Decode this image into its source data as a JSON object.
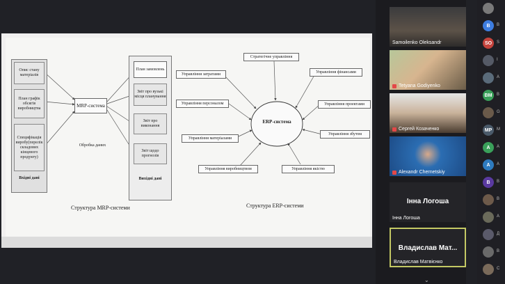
{
  "slide": {
    "mrp": {
      "inputs": [
        "Опис стану матеріалів",
        "План графік обсягів виробництва",
        "Специфікація виробу(перелік складових кінцевого продукту)"
      ],
      "inputs_label": "Вхідні дані",
      "center": "MRP-система",
      "processing": "Обробка даних",
      "outputs": [
        "План замовлень",
        "Звіт про вузькі місця планування",
        "Звіт про виконання",
        "Звіт щодо прогнозів"
      ],
      "outputs_label": "Вихідні дані",
      "caption": "Структура MRP-системи"
    },
    "erp": {
      "center": "ERP-система",
      "modules": {
        "strategic": "Стратегічне управління",
        "costs": "Управління затратами",
        "finance": "Управління фінансами",
        "personnel": "Управління персоналом",
        "projects": "Управління проектами",
        "materials": "Управління матеріалами",
        "sales": "Управління збутом",
        "production": "Управління виробництвом",
        "quality": "Управління якістю"
      },
      "caption": "Структура ERP-системи"
    }
  },
  "participants": [
    {
      "name": "Samoilenko Oleksandr",
      "muted": false
    },
    {
      "name": "Tetyana Godiyenko",
      "muted": true
    },
    {
      "name": "Сергей Козаченко",
      "muted": true
    },
    {
      "name": "Alexandr Chernetskiy",
      "muted": true
    },
    {
      "name": "Інна Логоша",
      "display": "Інна Логоша",
      "muted": false
    },
    {
      "name": "Владислав Матвієнко",
      "display": "Владислав Мат...",
      "muted": false
    }
  ],
  "sidebar": {
    "items": [
      {
        "initials": "",
        "label": "",
        "color": "#7a7a7a"
      },
      {
        "initials": "B",
        "label": "B",
        "color": "#3d7de0"
      },
      {
        "initials": "SO",
        "label": "S",
        "color": "#c4433c"
      },
      {
        "initials": "",
        "label": "I",
        "color": "#555a66"
      },
      {
        "initials": "",
        "label": "A",
        "color": "#5a6b7a"
      },
      {
        "initials": "BM",
        "label": "B",
        "color": "#3aa05a"
      },
      {
        "initials": "",
        "label": "G",
        "color": "#6a5a4a"
      },
      {
        "initials": "MP",
        "label": "M",
        "color": "#4a5a6a"
      },
      {
        "initials": "A",
        "label": "A",
        "color": "#3aa05a"
      },
      {
        "initials": "A",
        "label": "A",
        "color": "#2e7bbf"
      },
      {
        "initials": "B",
        "label": "B",
        "color": "#5a3aa0"
      },
      {
        "initials": "",
        "label": "B",
        "color": "#6d5a4a"
      },
      {
        "initials": "",
        "label": "A",
        "color": "#6a6a5a"
      },
      {
        "initials": "",
        "label": "Д",
        "color": "#5a5a6a"
      },
      {
        "initials": "",
        "label": "B",
        "color": "#6a6a6a"
      },
      {
        "initials": "",
        "label": "C",
        "color": "#7a6a5a"
      }
    ]
  },
  "colors": {
    "background": "#202126",
    "active_border": "#c4c964"
  }
}
